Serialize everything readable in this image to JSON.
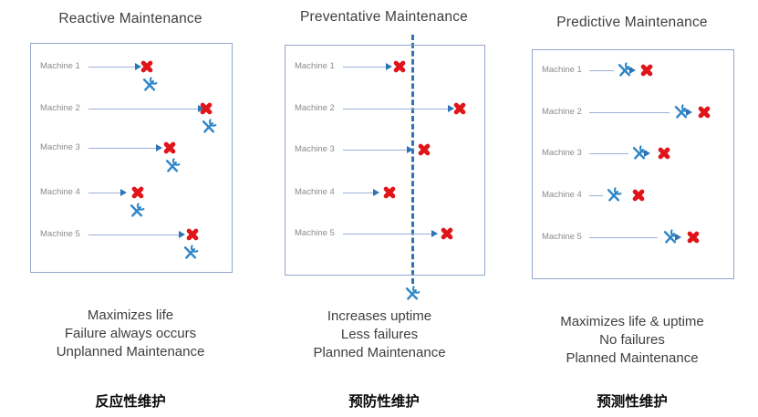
{
  "panels": [
    {
      "title": "Reactive Maintenance",
      "machines": [
        "Machine 1",
        "Machine 2",
        "Machine 3",
        "Machine 4",
        "Machine 5"
      ],
      "description": [
        "Maximizes life",
        "Failure always occurs",
        "Unplanned Maintenance"
      ],
      "chinese_label": "反应性维护",
      "timeline_note": "failure occurs first, maintenance follows after each failure",
      "failure_position_pct": [
        58,
        87,
        69,
        53,
        80
      ]
    },
    {
      "title": "Preventative Maintenance",
      "machines": [
        "Machine 1",
        "Machine 2",
        "Machine 3",
        "Machine 4",
        "Machine 5"
      ],
      "description": [
        "Increases uptime",
        "Less failures",
        "Planned Maintenance"
      ],
      "chinese_label": "预防性维护",
      "timeline_note": "fixed maintenance interval shown as vertical dashed line with tools icon",
      "failure_position_pct": [
        57,
        87,
        69,
        52,
        80
      ],
      "maintenance_line_pct": 64
    },
    {
      "title": "Predictive Maintenance",
      "machines": [
        "Machine 1",
        "Machine 2",
        "Machine 3",
        "Machine 4",
        "Machine 5"
      ],
      "description": [
        "Maximizes life & uptime",
        "No failures",
        "Planned Maintenance"
      ],
      "chinese_label": "预测性维护",
      "timeline_note": "maintenance performed just before each predicted failure",
      "maintenance_position_pct": [
        46,
        74,
        53,
        40,
        69
      ],
      "failure_position_pct": [
        57,
        85,
        65,
        53,
        80
      ]
    }
  ],
  "icons": {
    "failure": "red-x-mark",
    "maintenance": "blue-crossed-wrench-and-screwdriver",
    "arrow": "blue-timeline-arrow"
  },
  "colors": {
    "failure_red": "#e11419",
    "maintenance_blue": "#2e86c8",
    "arrow_line": "#9ab1d6",
    "arrow_head": "#2e74b5",
    "dashed_line": "#2e74b5",
    "box_border": "#94a6ca",
    "title_text": "#3f3f3f",
    "machine_label_text": "#8b8b8b",
    "body_text": "#3f3f3f",
    "chinese_text": "#0a0a0a"
  }
}
